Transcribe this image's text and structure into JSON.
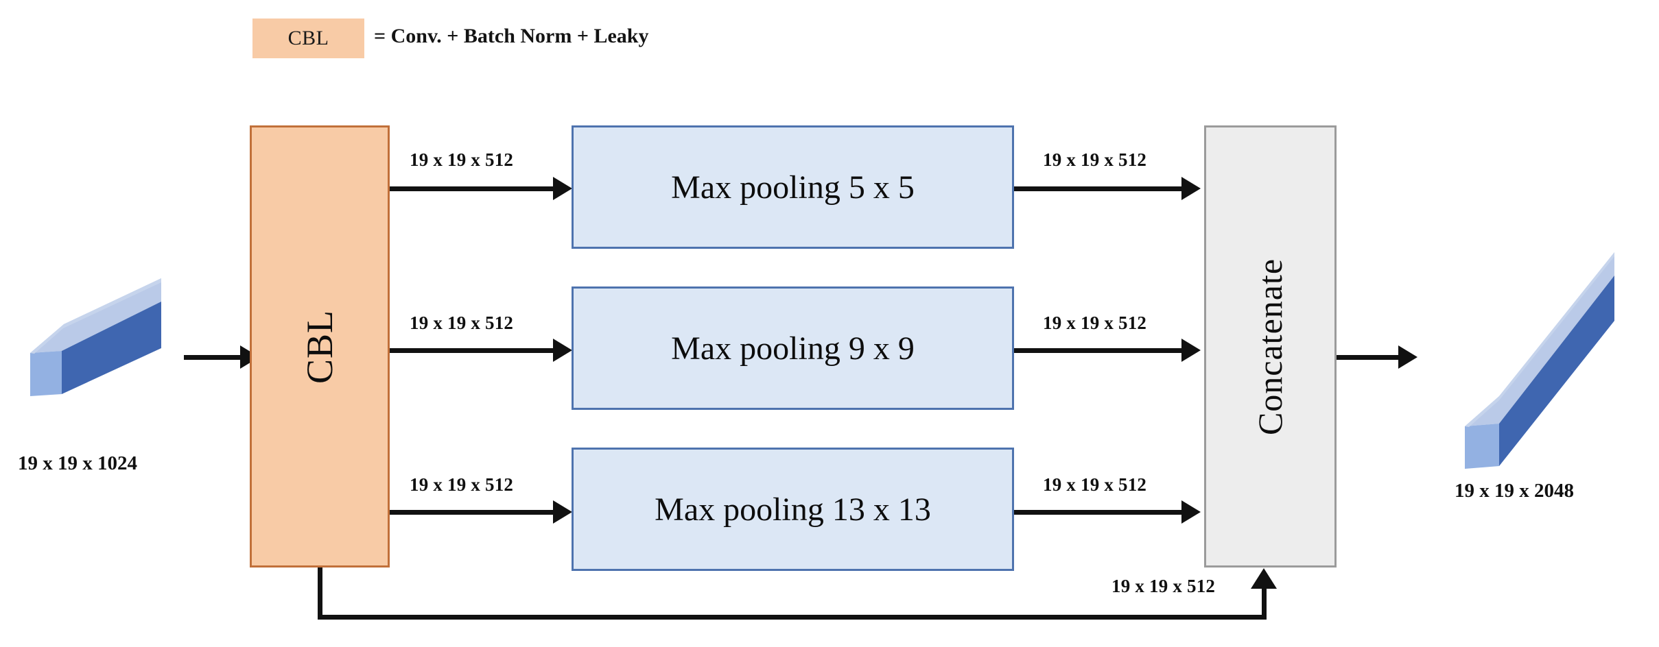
{
  "legend": {
    "swatch_label": "CBL",
    "equation": "= Conv. + Batch Norm + Leaky",
    "swatch_color": "#F8CBA6"
  },
  "nodes": {
    "cbl": {
      "label": "CBL",
      "fill": "#F8CBA6",
      "stroke": "#C1703A"
    },
    "pool_5": {
      "label": "Max pooling 5 x 5",
      "fill": "#DCE7F5",
      "stroke": "#4E73AE"
    },
    "pool_9": {
      "label": "Max pooling 9 x 9",
      "fill": "#DCE7F5",
      "stroke": "#4E73AE"
    },
    "pool_13": {
      "label": "Max pooling 13 x 13",
      "fill": "#DCE7F5",
      "stroke": "#4E73AE"
    },
    "concatenate": {
      "label": "Concatenate",
      "fill": "#EDEDED",
      "stroke": "#9B9B9B"
    }
  },
  "tensors": {
    "input": "19 x 19 x 1024",
    "output": "19 x 19 x 2048",
    "cbl_to_pool_5": "19 x 19 x 512",
    "cbl_to_pool_9": "19 x 19 x 512",
    "cbl_to_pool_13": "19 x 19 x 512",
    "pool_5_to_concat": "19 x 19 x 512",
    "pool_9_to_concat": "19 x 19 x 512",
    "pool_13_to_concat": "19 x 19 x 512",
    "skip_to_concat": "19 x 19 x 512"
  },
  "colors": {
    "cuboid_front": "#7D9FDC",
    "cuboid_top": "#BACAE8",
    "cuboid_side": "#3F66B0",
    "arrow": "#111111",
    "background": "#FFFFFF"
  }
}
